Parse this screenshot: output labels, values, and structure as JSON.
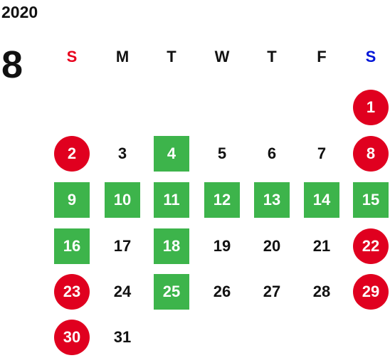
{
  "calendar": {
    "year": "2020",
    "month": "8",
    "weekdays": [
      "S",
      "M",
      "T",
      "W",
      "T",
      "F",
      "S"
    ],
    "colors": {
      "sunday_header": "#e8001c",
      "saturday_header": "#0015d8",
      "holiday_circle": "#e0001f",
      "event_square": "#3db44b"
    },
    "days": [
      {
        "day": "1",
        "type": "holiday"
      },
      {
        "day": "2",
        "type": "holiday"
      },
      {
        "day": "3",
        "type": "normal"
      },
      {
        "day": "4",
        "type": "event"
      },
      {
        "day": "5",
        "type": "normal"
      },
      {
        "day": "6",
        "type": "normal"
      },
      {
        "day": "7",
        "type": "normal"
      },
      {
        "day": "8",
        "type": "holiday"
      },
      {
        "day": "9",
        "type": "event"
      },
      {
        "day": "10",
        "type": "event"
      },
      {
        "day": "11",
        "type": "event"
      },
      {
        "day": "12",
        "type": "event"
      },
      {
        "day": "13",
        "type": "event"
      },
      {
        "day": "14",
        "type": "event"
      },
      {
        "day": "15",
        "type": "event"
      },
      {
        "day": "16",
        "type": "event"
      },
      {
        "day": "17",
        "type": "normal"
      },
      {
        "day": "18",
        "type": "event"
      },
      {
        "day": "19",
        "type": "normal"
      },
      {
        "day": "20",
        "type": "normal"
      },
      {
        "day": "21",
        "type": "normal"
      },
      {
        "day": "22",
        "type": "holiday"
      },
      {
        "day": "23",
        "type": "holiday"
      },
      {
        "day": "24",
        "type": "normal"
      },
      {
        "day": "25",
        "type": "event"
      },
      {
        "day": "26",
        "type": "normal"
      },
      {
        "day": "27",
        "type": "normal"
      },
      {
        "day": "28",
        "type": "normal"
      },
      {
        "day": "29",
        "type": "holiday"
      },
      {
        "day": "30",
        "type": "holiday"
      },
      {
        "day": "31",
        "type": "normal"
      }
    ]
  }
}
